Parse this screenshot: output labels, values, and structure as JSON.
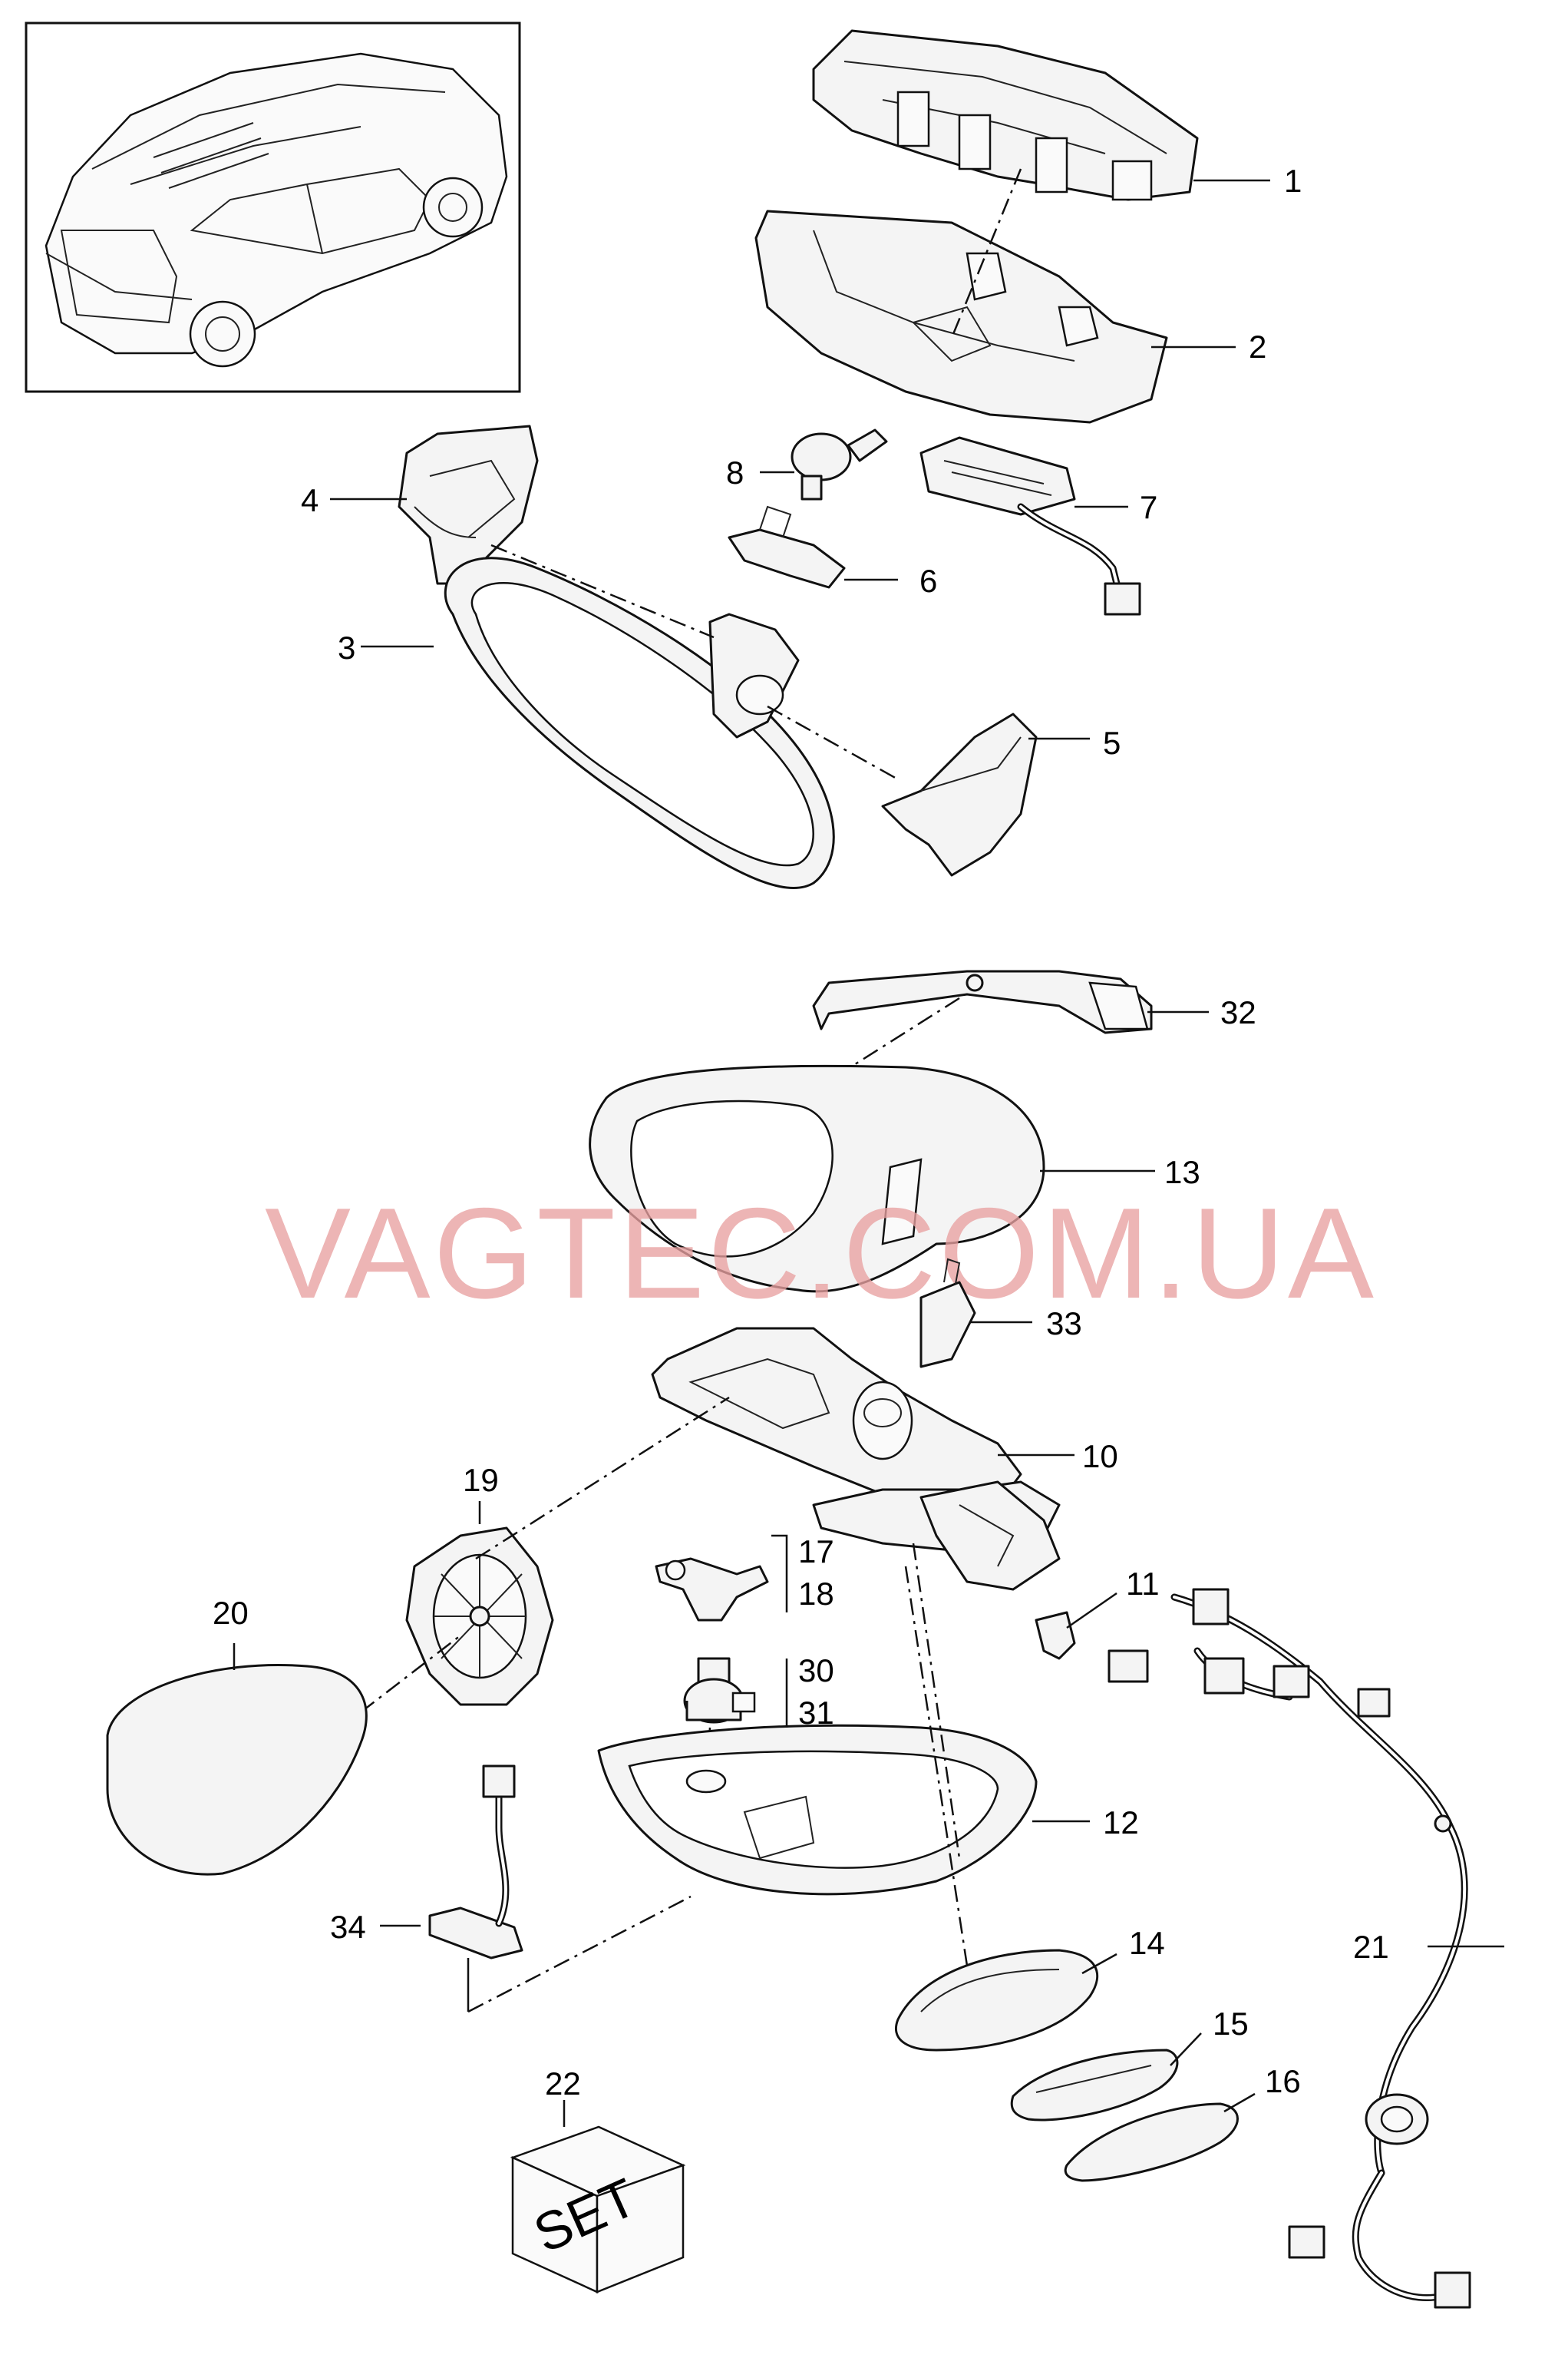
{
  "watermark": "VAGTEC.COM.UA",
  "set_label": "SET",
  "callouts": {
    "p1": "1",
    "p2": "2",
    "p3": "3",
    "p4": "4",
    "p5": "5",
    "p6": "6",
    "p7": "7",
    "p8": "8",
    "p10": "10",
    "p11": "11",
    "p12": "12",
    "p13": "13",
    "p14": "14",
    "p15": "15",
    "p16": "16",
    "p17": "17",
    "p18": "18",
    "p19": "19",
    "p20": "20",
    "p21": "21",
    "p22": "22",
    "p30": "30",
    "p31": "31",
    "p32": "32",
    "p33": "33",
    "p34": "34"
  },
  "icons": {
    "vehicle": "vehicle-thumbnail-icon",
    "set_box": "set-box-icon"
  }
}
